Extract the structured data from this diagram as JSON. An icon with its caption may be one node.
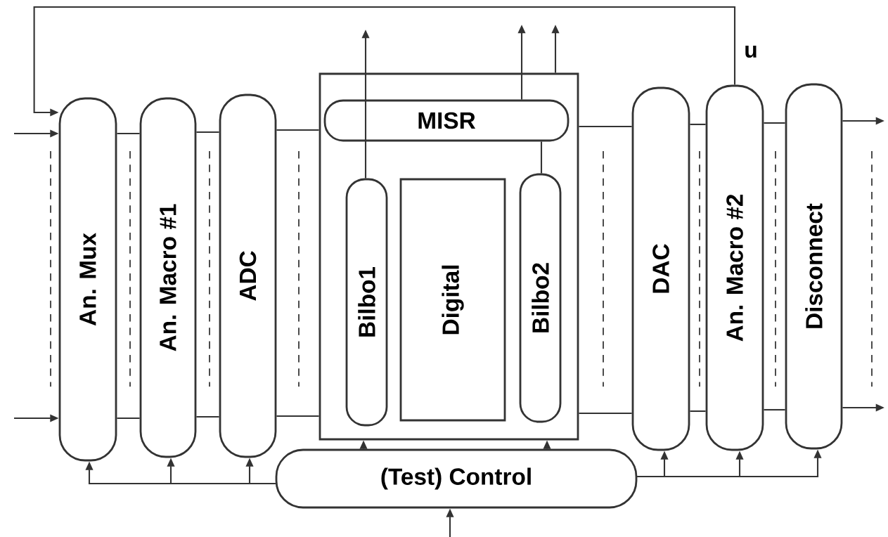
{
  "diagram": {
    "nodes": [
      {
        "text": [
          "An. Mux"
        ]
      },
      {
        "text": [
          "An. Macro #1"
        ]
      },
      {
        "text": [
          "ADC"
        ]
      },
      {
        "text": [],
        "shape": "box"
      },
      {
        "text": [
          "MISR"
        ],
        "in": 3
      },
      {
        "text": [
          "Bilbo1"
        ],
        "in": 3
      },
      {
        "text": [
          "Digital"
        ],
        "in": 3
      },
      {
        "text": [
          "Bilbo2"
        ],
        "in": 3
      },
      {
        "text": [
          "DAC"
        ]
      },
      {
        "text": [
          "An. Macro #2"
        ]
      },
      {
        "text": [
          "Disconnect"
        ]
      },
      {
        "text": [
          "(Test) Control"
        ]
      }
    ],
    "edges": [
      {
        "from": 9,
        "to": 0,
        "arrow": "to",
        "label": "u"
      },
      {
        "from": null,
        "to": 0,
        "arrow": "to"
      },
      {
        "from": null,
        "to": 0,
        "arrow": "to"
      },
      {
        "from": 0,
        "to": 1,
        "arrow": "none"
      },
      {
        "from": 0,
        "to": 1,
        "arrow": "none"
      },
      {
        "from": 1,
        "to": 2,
        "arrow": "none"
      },
      {
        "from": 1,
        "to": 2,
        "arrow": "none"
      },
      {
        "from": 2,
        "to": 3,
        "arrow": "none"
      },
      {
        "from": 2,
        "to": 3,
        "arrow": "none"
      },
      {
        "from": 3,
        "to": 8,
        "arrow": "none"
      },
      {
        "from": 3,
        "to": 8,
        "arrow": "none"
      },
      {
        "from": 8,
        "to": 9,
        "arrow": "none"
      },
      {
        "from": 8,
        "to": 9,
        "arrow": "none"
      },
      {
        "from": 9,
        "to": 10,
        "arrow": "none"
      },
      {
        "from": 9,
        "to": 10,
        "arrow": "none"
      },
      {
        "from": 10,
        "to": null,
        "arrow": "to"
      },
      {
        "from": 10,
        "to": null,
        "arrow": "to"
      },
      {
        "from": 5,
        "to": null,
        "arrow": "to"
      },
      {
        "from": 4,
        "to": null,
        "arrow": "to"
      },
      {
        "from": 3,
        "to": null,
        "arrow": "to"
      },
      {
        "from": 7,
        "to": 4,
        "arrow": "none"
      },
      {
        "from": 11,
        "to": 0,
        "arrow": "to"
      },
      {
        "from": 11,
        "to": 1,
        "arrow": "to"
      },
      {
        "from": 11,
        "to": 2,
        "arrow": "to"
      },
      {
        "from": 11,
        "to": 3,
        "arrow": "to"
      },
      {
        "from": 11,
        "to": 3,
        "arrow": "to"
      },
      {
        "from": 11,
        "to": 8,
        "arrow": "to"
      },
      {
        "from": 11,
        "to": 9,
        "arrow": "to"
      },
      {
        "from": 11,
        "to": 10,
        "arrow": "to"
      },
      {
        "from": null,
        "to": 11,
        "arrow": "to"
      }
    ]
  }
}
